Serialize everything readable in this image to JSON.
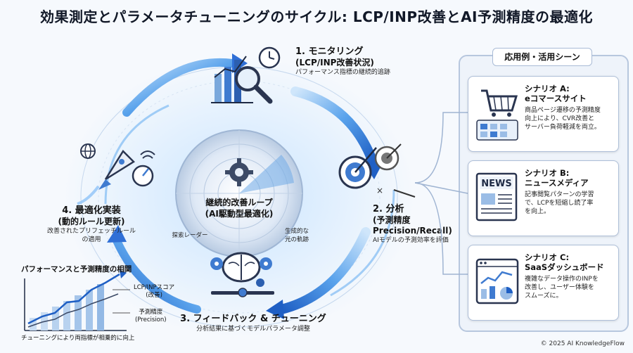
{
  "title": "効果測定とパラメータチューニングのサイクル: LCP/INP改善とAI予測精度の最適化",
  "center": {
    "title_line1": "継続的改善ループ",
    "title_line2": "(AI駆動型最適化)",
    "label_radar": "探索レーダー",
    "label_light_line1": "生成的な",
    "label_light_line2": "光の軌跡"
  },
  "stages": [
    {
      "title": "1. モニタリング",
      "subtitle": "(LCP/INP改善状況)",
      "desc": "パフォーマンス指標の継続的追跡"
    },
    {
      "title": "2. 分析",
      "subtitle_line1": "(予測精度",
      "subtitle_line2": "Precision/Recall)",
      "desc": "AIモデルの予測効率を評価"
    },
    {
      "title": "3. フィードバック & チューニング",
      "desc": "分析結果に基づくモデルパラメータ調整"
    },
    {
      "title": "4. 最適化実装",
      "subtitle": "(動的ルール更新)",
      "desc_line1": "改善されたプリフェッチルール",
      "desc_line2": "の適用"
    }
  ],
  "correlation": {
    "title": "パフォーマンスと予測精度の相関",
    "label_lcp_line1": "LCP/INPスコア",
    "label_lcp_line2": "(改善)",
    "label_precision_line1": "予測精度",
    "label_precision_line2": "(Precision)",
    "caption": "チューニングにより両指標が相乗的に向上"
  },
  "panel": {
    "heading": "応用例・活用シーン",
    "scenarios": [
      {
        "title_line1": "シナリオ A:",
        "title_line2": "eコマースサイト",
        "desc": [
          "商品ページ遷移の予測精度",
          "向上により、CVR改善と",
          "サーバー負荷軽減を両立。"
        ],
        "icon": "shopping-cart-icon"
      },
      {
        "title_line1": "シナリオ B:",
        "title_line2": "ニュースメディア",
        "desc": [
          "記事閲覧パターンの学習",
          "で、LCPを短縮し読了率",
          "を向上。"
        ],
        "icon_text": "NEWS",
        "icon": "newspaper-icon"
      },
      {
        "title_line1": "シナリオ C:",
        "title_line2": "SaaSダッシュボード",
        "desc": [
          "複雑なデータ操作のINPを",
          "改善し、ユーザー体験を",
          "スムーズに。"
        ],
        "icon": "dashboard-icon"
      }
    ]
  },
  "copyright": "© 2025 AI KnowledgeFlow",
  "colors": {
    "accent": "#2f6fd6",
    "accent_light": "#8fc3f7",
    "dark": "#1e2a44",
    "panel_border": "#b7c7de"
  }
}
